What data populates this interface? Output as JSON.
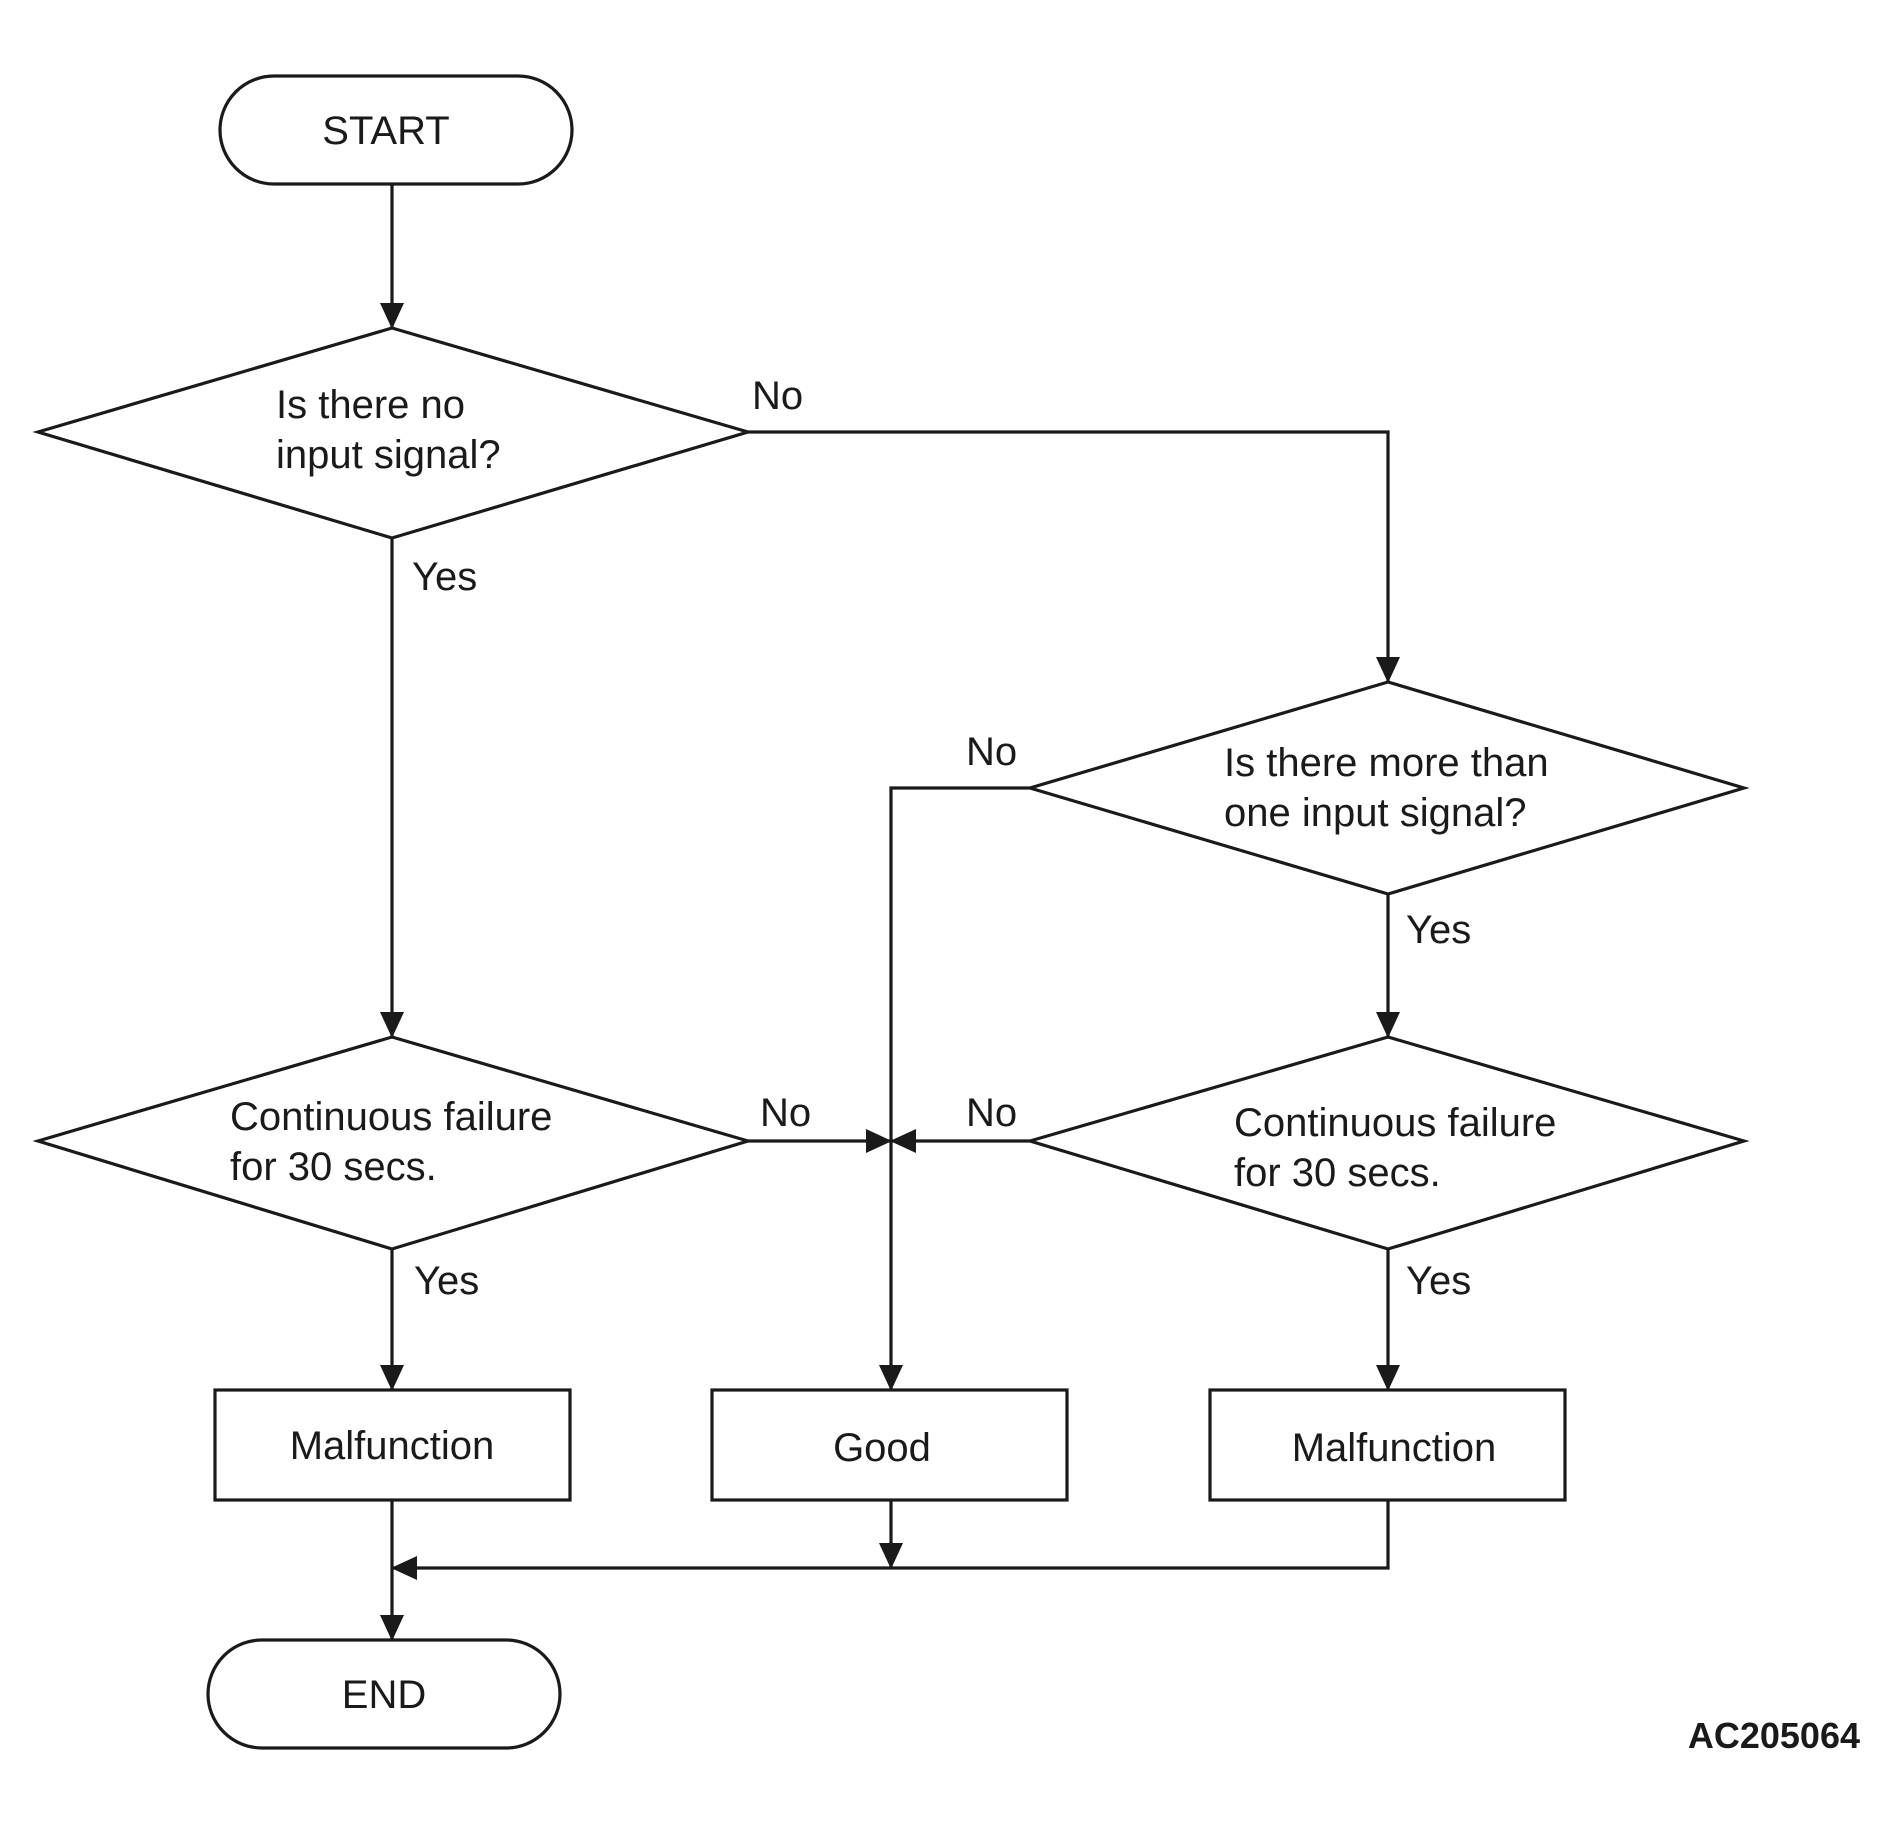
{
  "nodes": {
    "start": {
      "label": "START"
    },
    "decision_no_input": {
      "line1": "Is there no",
      "line2": "input signal?"
    },
    "decision_more_than_one": {
      "line1": "Is there more than",
      "line2": "one input signal?"
    },
    "decision_failure_left": {
      "line1": "Continuous failure",
      "line2": "for 30 secs."
    },
    "decision_failure_right": {
      "line1": "Continuous failure",
      "line2": "for 30 secs."
    },
    "malfunction_left": {
      "label": "Malfunction"
    },
    "good": {
      "label": "Good"
    },
    "malfunction_right": {
      "label": "Malfunction"
    },
    "end": {
      "label": "END"
    }
  },
  "branches": {
    "no_input_no": "No",
    "no_input_yes": "Yes",
    "more_than_one_no": "No",
    "more_than_one_yes": "Yes",
    "failure_left_no": "No",
    "failure_left_yes": "Yes",
    "failure_right_no": "No",
    "failure_right_yes": "Yes"
  },
  "figure_code": "AC205064"
}
